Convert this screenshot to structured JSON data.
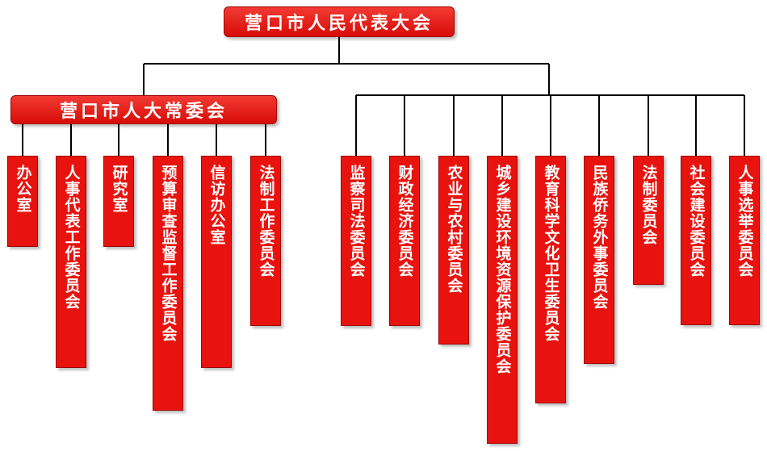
{
  "top": {
    "label": "营口市人民代表大会"
  },
  "standing": {
    "label": "营口市人大常委会"
  },
  "standing_offices": [
    {
      "label": "办公室"
    },
    {
      "label": "人事代表工作委员会"
    },
    {
      "label": "研究室"
    },
    {
      "label": "预算审查监督工作委员会"
    },
    {
      "label": "信访办公室"
    },
    {
      "label": "法制工作委员会"
    }
  ],
  "special_committees": [
    {
      "label": "监察司法委员会"
    },
    {
      "label": "财政经济委员会"
    },
    {
      "label": "农业与农村委员会"
    },
    {
      "label": "城乡建设环境资源保护委员会"
    },
    {
      "label": "教育科学文化卫生委员会"
    },
    {
      "label": "民族侨务外事委员会"
    },
    {
      "label": "法制委员会"
    },
    {
      "label": "社会建设委员会"
    },
    {
      "label": "人事选举委员会"
    }
  ],
  "colors": {
    "box": "#e8130f",
    "line": "#000000",
    "text": "#ffffff"
  }
}
